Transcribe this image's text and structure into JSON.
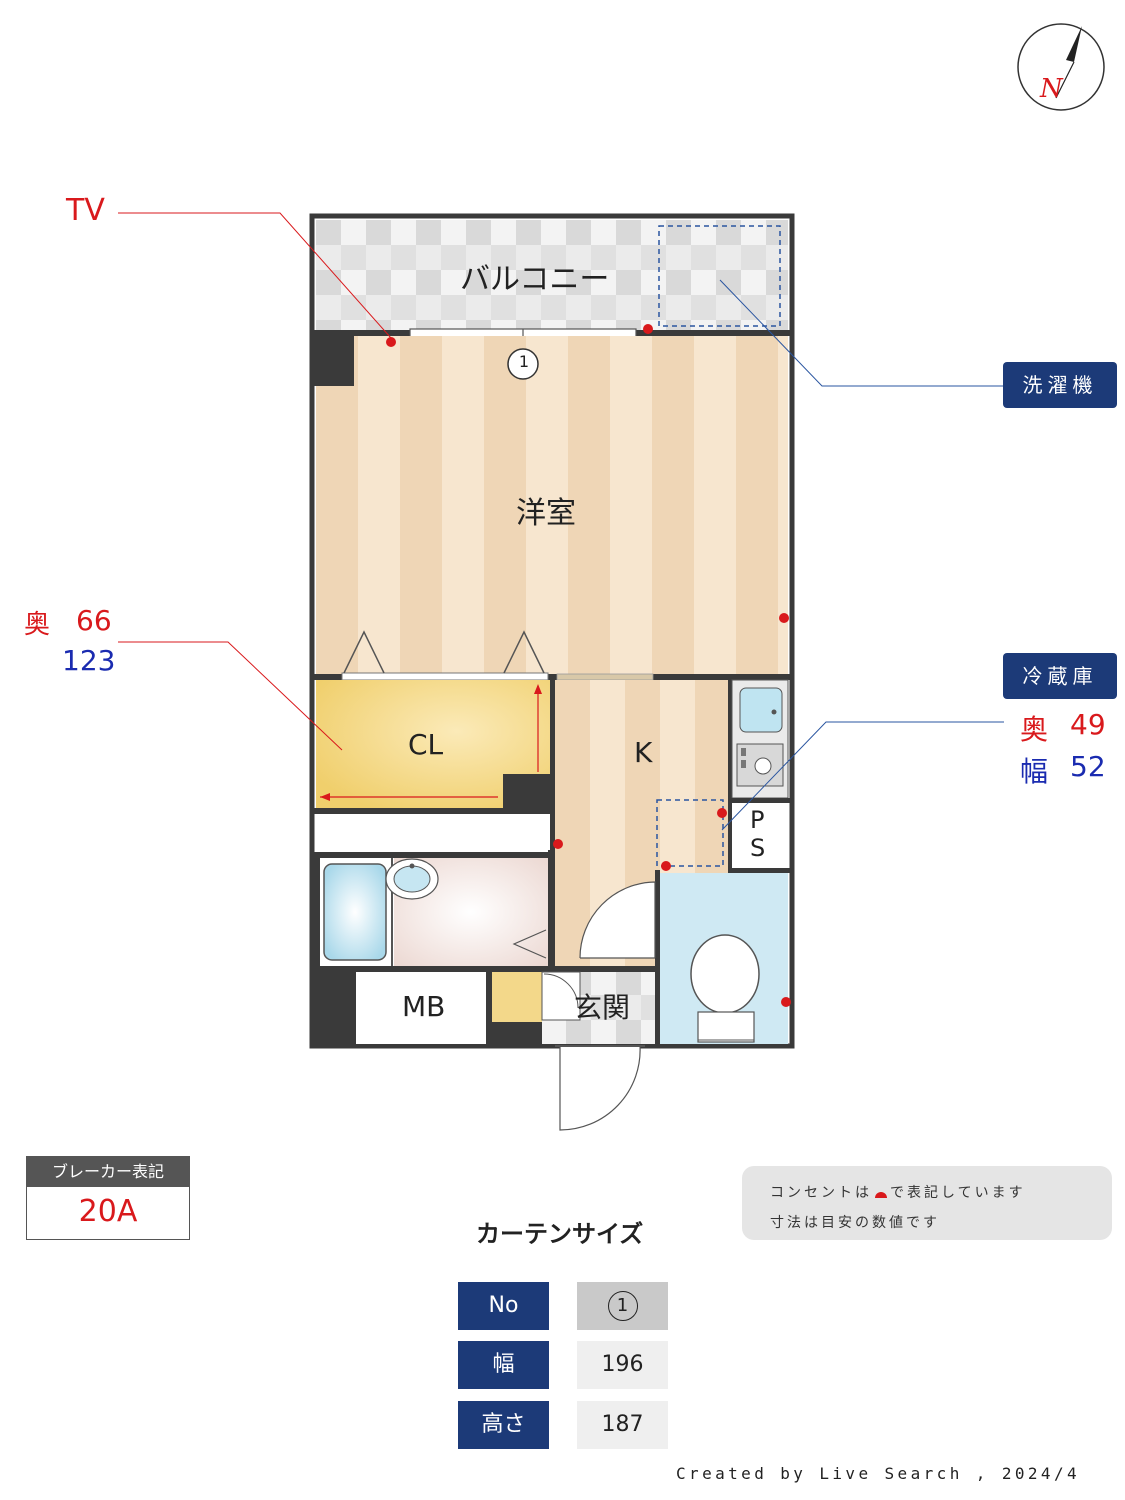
{
  "compass": {
    "label": "N"
  },
  "rooms": {
    "balcony": "バルコニー",
    "western_room": "洋室",
    "closet": "CL",
    "kitchen": "K",
    "pipe_space_1": "P",
    "pipe_space_2": "S",
    "meter_box": "MB",
    "entrance": "玄関"
  },
  "window_marker": "1",
  "callouts": {
    "tv": "TV",
    "washing_machine": "洗濯機",
    "closet_depth_label": "奥",
    "closet_depth_value": "66",
    "closet_width_value": "123",
    "fridge": "冷蔵庫",
    "fridge_depth_label": "奥",
    "fridge_depth_value": "49",
    "fridge_width_label": "幅",
    "fridge_width_value": "52"
  },
  "breaker": {
    "title": "ブレーカー表記",
    "value": "20A"
  },
  "note": {
    "line1_prefix": "コンセントは",
    "line1_suffix": "で表記しています",
    "line2": "寸法は目安の数値です"
  },
  "curtain": {
    "title": "カーテンサイズ",
    "rows": [
      {
        "label": "No",
        "value": "1"
      },
      {
        "label": "幅",
        "value": "196"
      },
      {
        "label": "高さ",
        "value": "187"
      }
    ]
  },
  "footer": "Created by Live Search , 2024/4",
  "colors": {
    "navy": "#1c3a78",
    "red": "#d9191c",
    "blue": "#1a2bb0",
    "wall": "#3a3a3a",
    "wood": "#f0d7b8",
    "closet": "#f3d888",
    "toilet": "#cfe9f3"
  }
}
